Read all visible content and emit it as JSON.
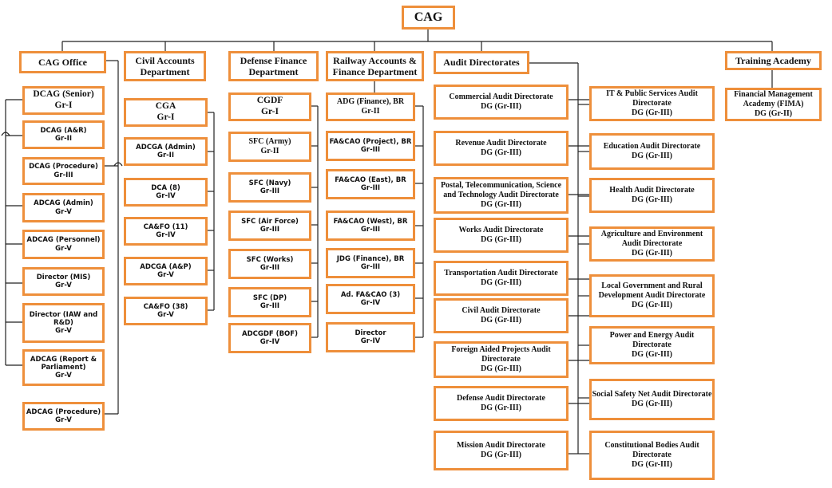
{
  "root": "CAG",
  "columns": {
    "cag_office": {
      "title": "CAG Office",
      "items": [
        {
          "name": "DCAG (Senior)",
          "grade": "Gr-I"
        },
        {
          "name": "DCAG (A&R)",
          "grade": "Gr-II"
        },
        {
          "name": "DCAG (Procedure)",
          "grade": "Gr-III"
        },
        {
          "name": "ADCAG (Admin)",
          "grade": "Gr-V"
        },
        {
          "name": "ADCAG (Personnel)",
          "grade": "Gr-V"
        },
        {
          "name": "Director (MIS)",
          "grade": "Gr-V"
        },
        {
          "name": "Director (IAW and R&D)",
          "grade": "Gr-V"
        },
        {
          "name": "ADCAG (Report & Parliament)",
          "grade": "Gr-V"
        },
        {
          "name": "ADCAG (Procedure)",
          "grade": "Gr-V"
        }
      ]
    },
    "civil_accounts": {
      "title": "Civil Accounts Department",
      "items": [
        {
          "name": "CGA",
          "grade": "Gr-I"
        },
        {
          "name": "ADCGA (Admin)",
          "grade": "Gr-II"
        },
        {
          "name": "DCA (8)",
          "grade": "Gr-IV"
        },
        {
          "name": "CA&FO (11)",
          "grade": "Gr-IV"
        },
        {
          "name": "ADCGA (A&P)",
          "grade": "Gr-V"
        },
        {
          "name": "CA&FO (38)",
          "grade": "Gr-V"
        }
      ]
    },
    "defense_finance": {
      "title": "Defense Finance Department",
      "items": [
        {
          "name": "CGDF",
          "grade": "Gr-I"
        },
        {
          "name": "SFC (Army)",
          "grade": "Gr-II"
        },
        {
          "name": "SFC (Navy)",
          "grade": "Gr-III"
        },
        {
          "name": "SFC (Air Force)",
          "grade": "Gr-III"
        },
        {
          "name": "SFC (Works)",
          "grade": "Gr-III"
        },
        {
          "name": "SFC (DP)",
          "grade": "Gr-III"
        },
        {
          "name": "ADCGDF (BOF)",
          "grade": "Gr-IV"
        }
      ]
    },
    "railway": {
      "title": "Railway Accounts & Finance Department",
      "items": [
        {
          "name": "ADG (Finance), BR",
          "grade": "Gr-II"
        },
        {
          "name": "FA&CAO (Project), BR",
          "grade": "Gr-III"
        },
        {
          "name": "FA&CAO (East), BR",
          "grade": "Gr-III"
        },
        {
          "name": "FA&CAO (West), BR",
          "grade": "Gr-III"
        },
        {
          "name": "JDG (Finance), BR",
          "grade": "Gr-III"
        },
        {
          "name": "Ad. FA&CAO (3)",
          "grade": "Gr-IV"
        },
        {
          "name": "Director",
          "grade": "Gr-IV"
        }
      ]
    },
    "audit": {
      "title": "Audit Directorates",
      "left": [
        {
          "name": "Commercial Audit Directorate",
          "grade": "DG (Gr-III)"
        },
        {
          "name": "Revenue Audit Directorate",
          "grade": "DG (Gr-III)"
        },
        {
          "name": "Postal, Telecommunication, Science and Technology Audit Directorate",
          "grade": "DG (Gr-III)"
        },
        {
          "name": "Works Audit Directorate",
          "grade": "DG (Gr-III)"
        },
        {
          "name": "Transportation Audit Directorate",
          "grade": "DG (Gr-III)"
        },
        {
          "name": "Civil Audit Directorate",
          "grade": "DG (Gr-III)"
        },
        {
          "name": "Foreign Aided Projects Audit Directorate",
          "grade": "DG (Gr-III)"
        },
        {
          "name": "Defense Audit Directorate",
          "grade": "DG (Gr-III)"
        },
        {
          "name": "Mission Audit Directorate",
          "grade": "DG (Gr-III)"
        }
      ],
      "right": [
        {
          "name": "IT & Public Services Audit Directorate",
          "grade": "DG (Gr-III)"
        },
        {
          "name": "Education Audit Directorate",
          "grade": "DG (Gr-III)"
        },
        {
          "name": "Health Audit Directorate",
          "grade": "DG (Gr-III)"
        },
        {
          "name": "Agriculture and Environment Audit Directorate",
          "grade": "DG (Gr-III)"
        },
        {
          "name": "Local Government and Rural Development Audit Directorate",
          "grade": "DG (Gr-III)"
        },
        {
          "name": "Power and Energy Audit Directorate",
          "grade": "DG (Gr-III)"
        },
        {
          "name": "Social Safety Net Audit Directorate",
          "grade": "DG (Gr-III)"
        },
        {
          "name": "Constitutional Bodies Audit Directorate",
          "grade": "DG (Gr-III)"
        }
      ]
    },
    "training": {
      "title": "Training Academy",
      "items": [
        {
          "name": "Financial Management Academy (FIMA)",
          "grade": "DG (Gr-II)"
        }
      ]
    }
  }
}
